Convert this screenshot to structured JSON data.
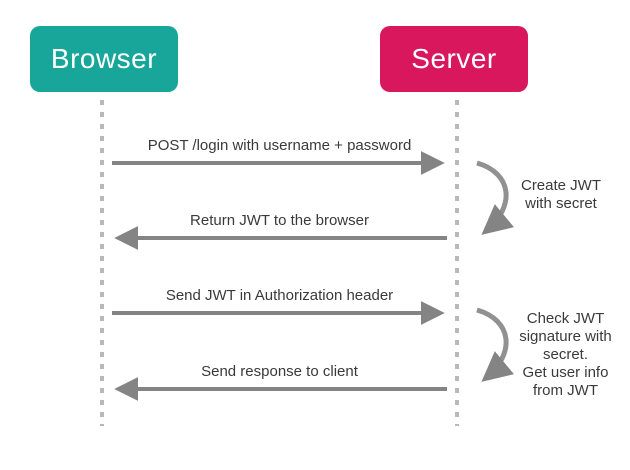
{
  "actors": {
    "browser": {
      "label": "Browser",
      "color": "#18a69a"
    },
    "server": {
      "label": "Server",
      "color": "#d8175c"
    }
  },
  "messages": [
    {
      "label": "POST /login with username + password",
      "direction": "browser-to-server"
    },
    {
      "label": "Return JWT to the browser",
      "direction": "server-to-browser"
    },
    {
      "label": "Send JWT in Authorization header",
      "direction": "browser-to-server"
    },
    {
      "label": "Send response to client",
      "direction": "server-to-browser"
    }
  ],
  "server_actions": [
    {
      "label": "Create JWT\nwith secret"
    },
    {
      "label": "Check JWT\nsignature with\nsecret.\nGet user info\nfrom JWT"
    }
  ],
  "colors": {
    "browser_box": "#18a69a",
    "server_box": "#d8175c",
    "arrow": "#848484",
    "self_arrow": "#919191",
    "lifeline": "#b8b8b8",
    "label_text": "#3a3a3a",
    "background": "#ffffff"
  }
}
